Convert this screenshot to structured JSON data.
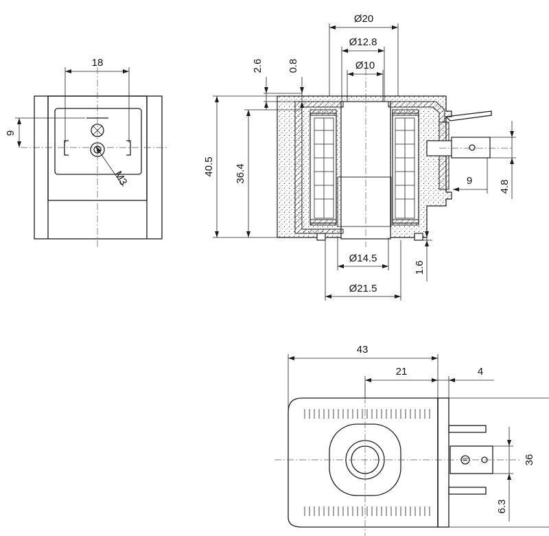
{
  "dimensions": {
    "front_width": "18",
    "front_offset": "9",
    "front_thread": "M3",
    "outer_diameter": "Ø20",
    "mid_diameter": "Ø12.8",
    "inner_diameter": "Ø10",
    "top_wall": "2.6",
    "top_gap": "0.8",
    "total_height": "40.5",
    "inner_height": "36.4",
    "pin_offset": "9",
    "pin_width": "4.8",
    "bottom_bore": "Ø14.5",
    "base_diameter": "Ø21.5",
    "base_step": "1.6",
    "plan_length": "43",
    "plan_half": "21",
    "plan_tab": "4",
    "plan_width": "36",
    "plan_pin_offset": "6.3"
  }
}
